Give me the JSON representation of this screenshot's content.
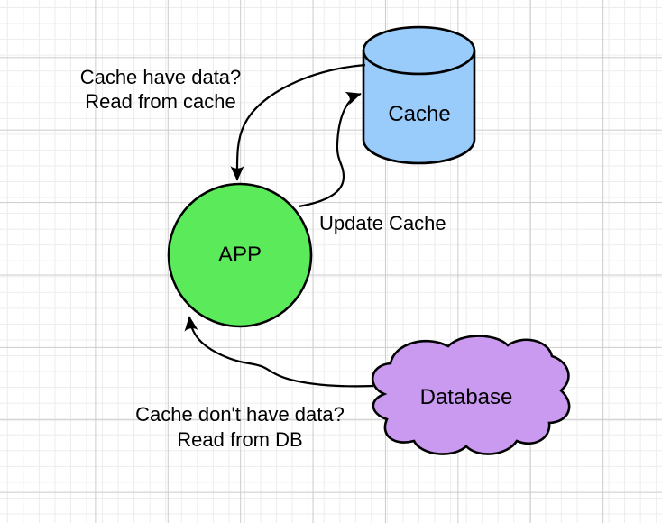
{
  "title": "Cache read/update flow diagram",
  "style": {
    "line_color": "#000000",
    "text_color": "#000000",
    "grid_minor_color": "#ececec",
    "grid_major_color": "#cccccc"
  },
  "nodes": {
    "cache": {
      "label": "Cache",
      "shape": "cylinder",
      "fill": "#99CCFA"
    },
    "app": {
      "label": "APP",
      "shape": "circle",
      "fill": "#5AEA5A"
    },
    "database": {
      "label": "Database",
      "shape": "cloud",
      "fill": "#C99AF0"
    }
  },
  "edges": {
    "cache_to_app": {
      "from": "cache",
      "to": "app",
      "label": "Cache have data?\nRead from cache"
    },
    "app_to_cache": {
      "from": "app",
      "to": "cache",
      "label": "Update Cache"
    },
    "database_to_app": {
      "from": "database",
      "to": "app",
      "label": "Cache don't have data?\nRead from DB"
    }
  }
}
